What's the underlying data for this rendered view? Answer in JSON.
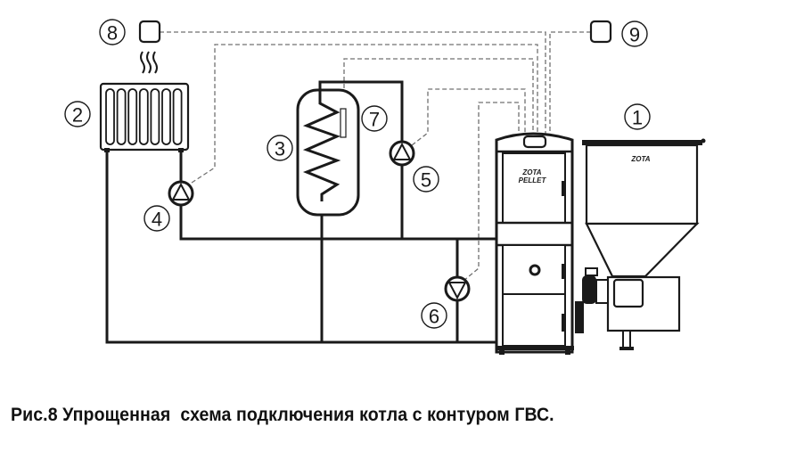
{
  "figure": {
    "caption": "Рис.8 Упрощенная  схема подключения котла с контуром ГВС.",
    "brand_hopper": "ZOTA",
    "brand_boiler_line1": "ZOTA",
    "brand_boiler_line2": "PELLET"
  },
  "components": [
    {
      "number": "1",
      "name": "pellet-hopper"
    },
    {
      "number": "2",
      "name": "radiator"
    },
    {
      "number": "3",
      "name": "hot-water-tank"
    },
    {
      "number": "4",
      "name": "heating-circuit-pump"
    },
    {
      "number": "5",
      "name": "dhw-circuit-pump"
    },
    {
      "number": "6",
      "name": "boiler-circulation-pump"
    },
    {
      "number": "7",
      "name": "tank-temperature-sensor"
    },
    {
      "number": "8",
      "name": "room-thermostat"
    },
    {
      "number": "9",
      "name": "outdoor-sensor"
    }
  ],
  "colors": {
    "line": "#1a1a1a",
    "signal_line": "#707070",
    "background": "#ffffff"
  }
}
